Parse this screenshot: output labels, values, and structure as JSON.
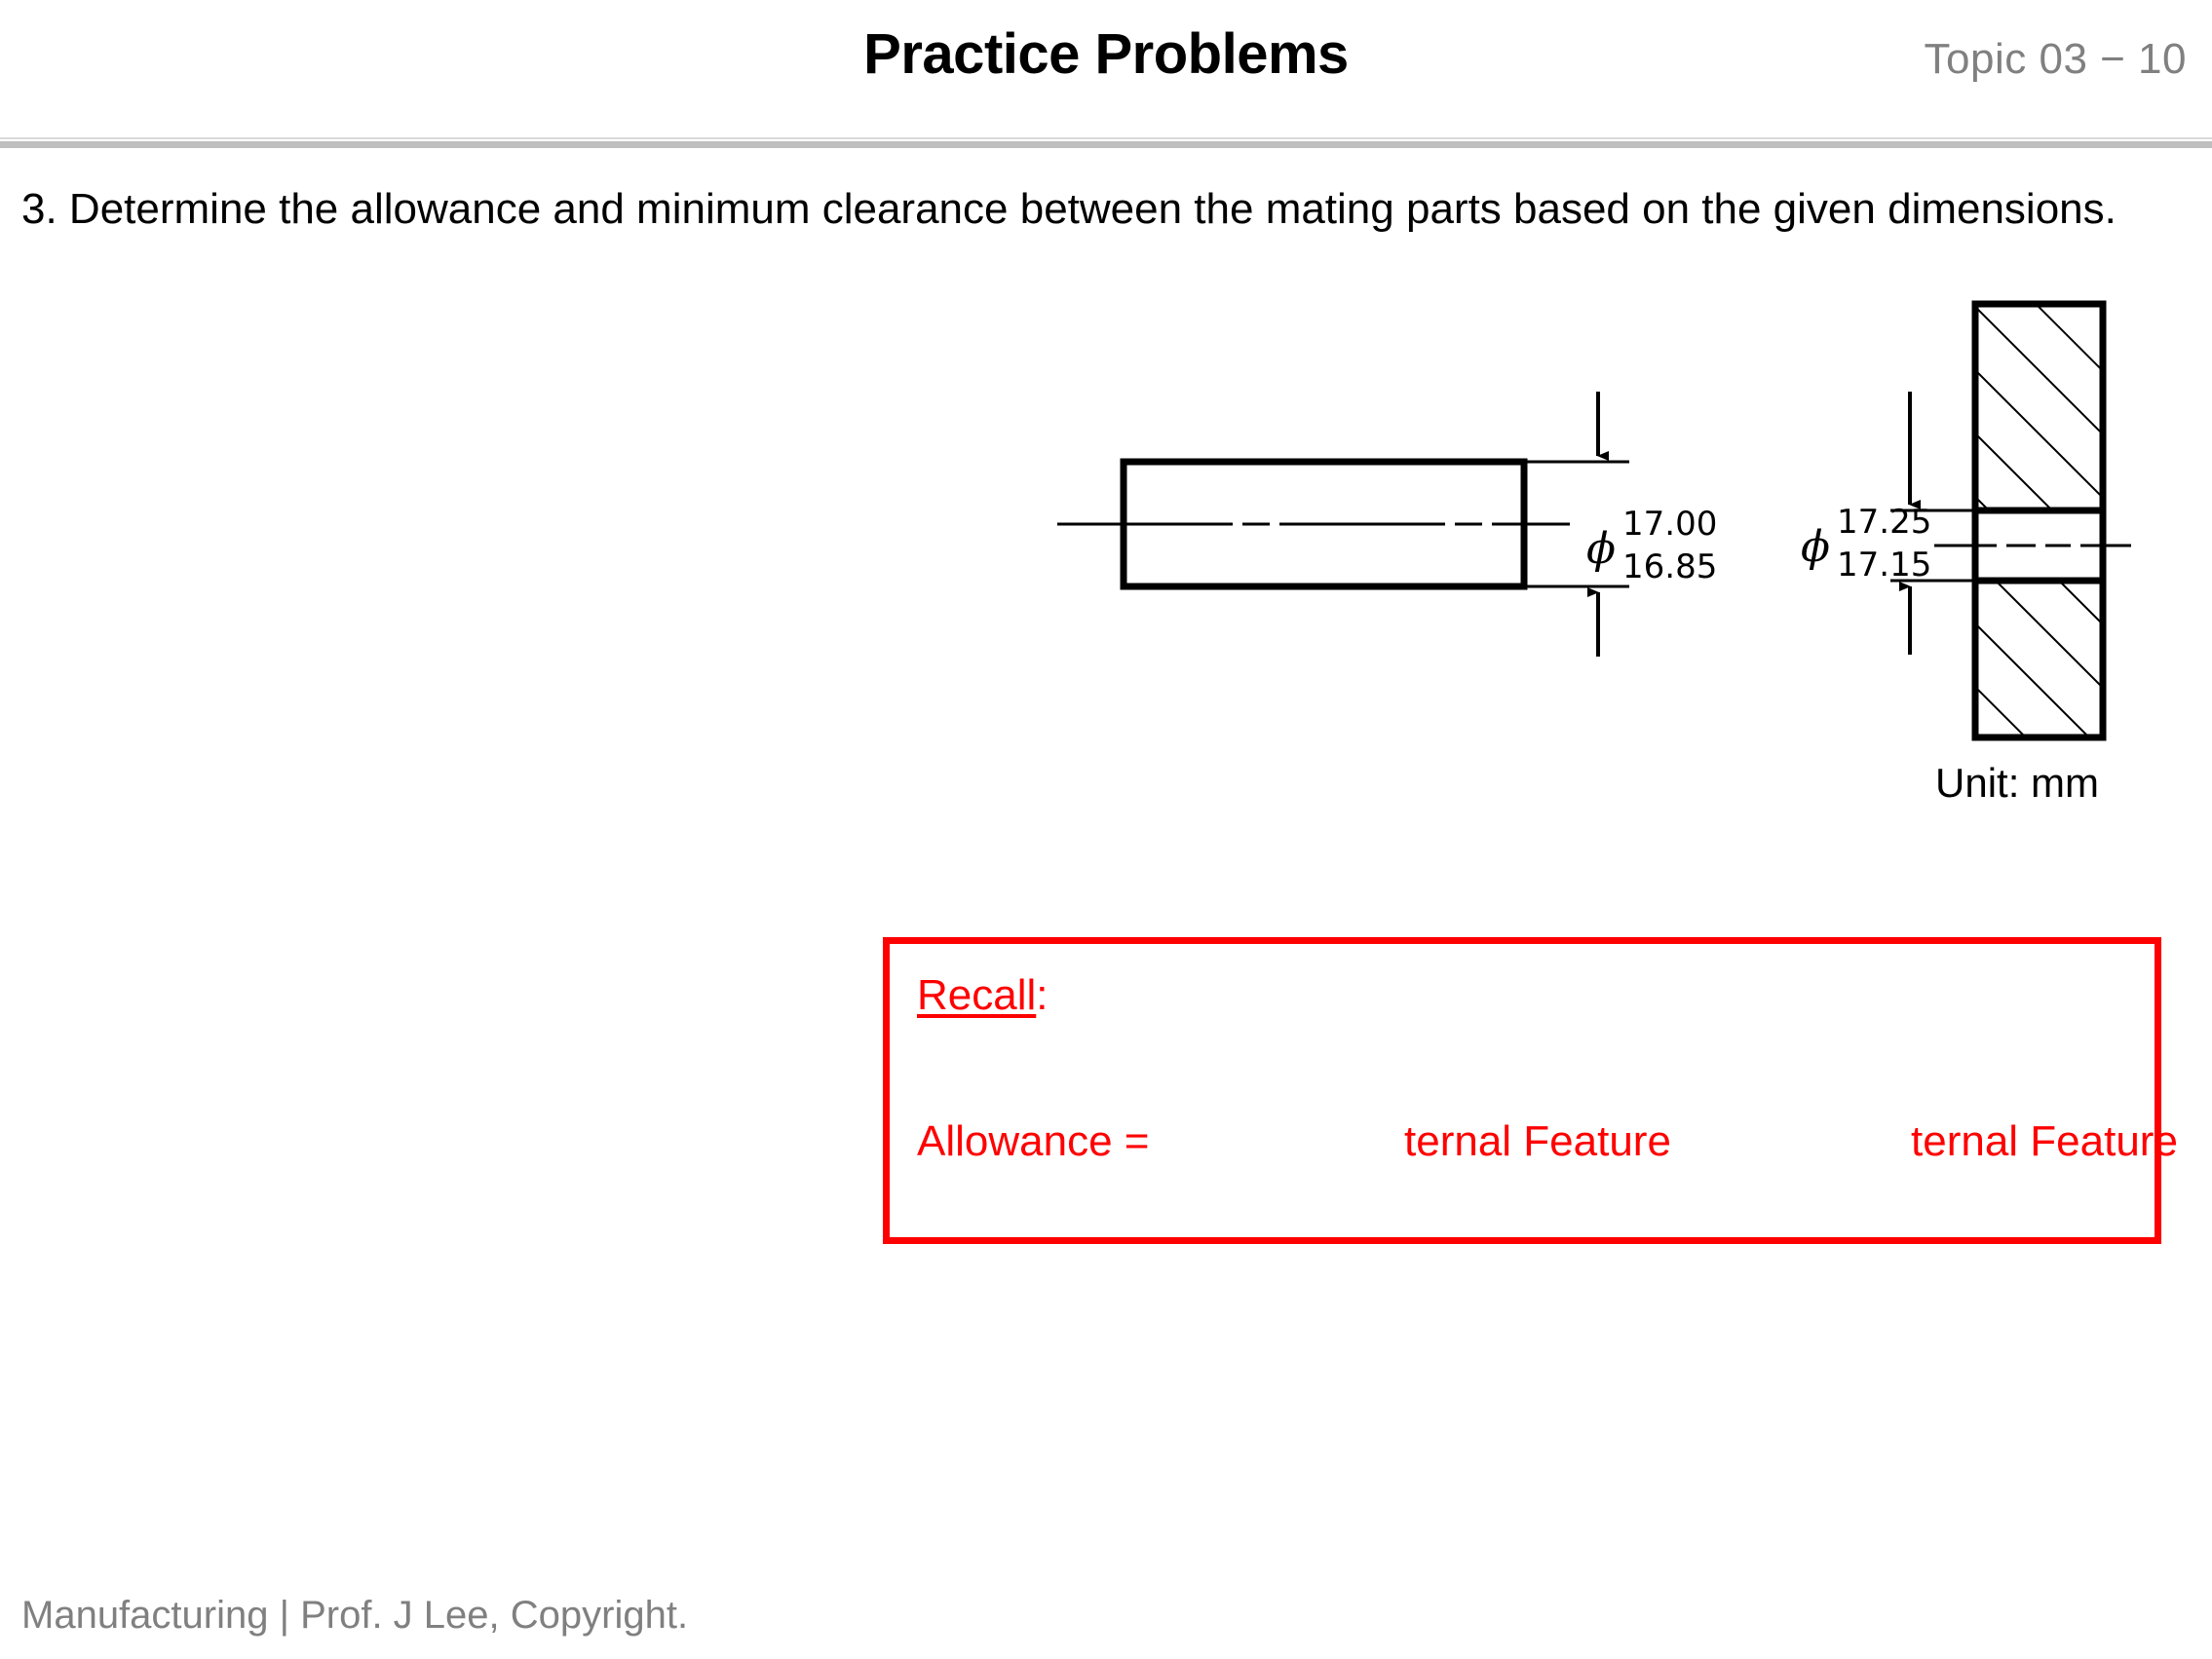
{
  "header": {
    "title": "Practice Problems",
    "topic": "Topic 03 − 10"
  },
  "question": {
    "text": "3. Determine the allowance and minimum clearance between the mating parts based on the given dimensions."
  },
  "drawing": {
    "unit_note": "Unit: mm",
    "shaft": {
      "phi_symbol": "ϕ",
      "upper_limit": "17.00",
      "lower_limit": "16.85"
    },
    "hole": {
      "phi_symbol": "ϕ",
      "upper_limit": "17.25",
      "lower_limit": "17.15"
    }
  },
  "recall_box": {
    "heading_word": "Recall",
    "heading_colon": ":",
    "allowance_label": "Allowance =",
    "term_1": "ternal Feature",
    "term_2": "ternal Feature",
    "accent_color": "#ff0000"
  },
  "footer": {
    "text": "Manufacturing | Prof. J Lee, Copyright."
  }
}
